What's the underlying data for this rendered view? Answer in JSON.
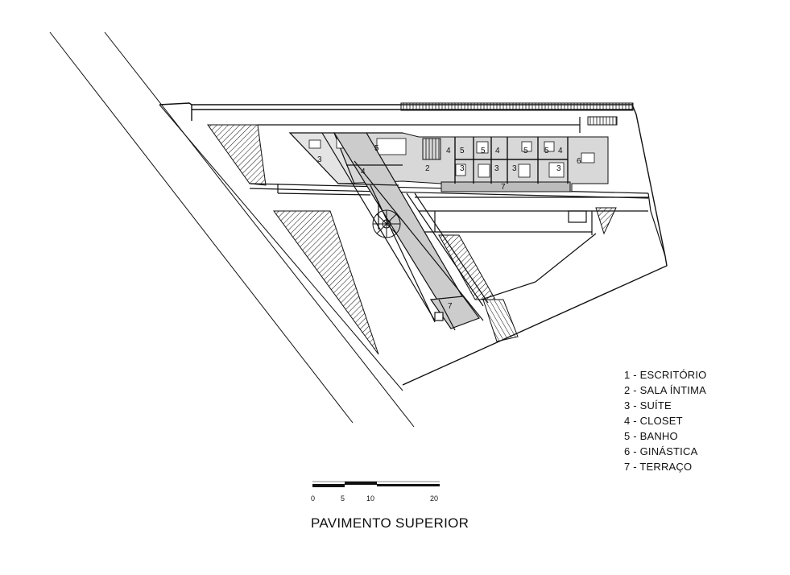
{
  "title": "PAVIMENTO SUPERIOR",
  "legend": [
    "1 - ESCRITÓRIO",
    "2 - SALA ÍNTIMA",
    "3 - SUÍTE",
    "4 - CLOSET",
    "5 - BANHO",
    "6 - GINÁSTICA",
    "7 - TERRAÇO"
  ],
  "scale": {
    "ticks": [
      "0",
      "5",
      "10",
      "20"
    ]
  },
  "rooms": [
    "3",
    "4",
    "5",
    "2",
    "4",
    "5",
    "5",
    "4",
    "5",
    "5",
    "4",
    "3",
    "3",
    "3",
    "3",
    "6",
    "7",
    "7"
  ],
  "colors": {
    "line": "#111111",
    "fill_gray": "#d8d8d8",
    "fill_dark": "#bcbcbc"
  }
}
